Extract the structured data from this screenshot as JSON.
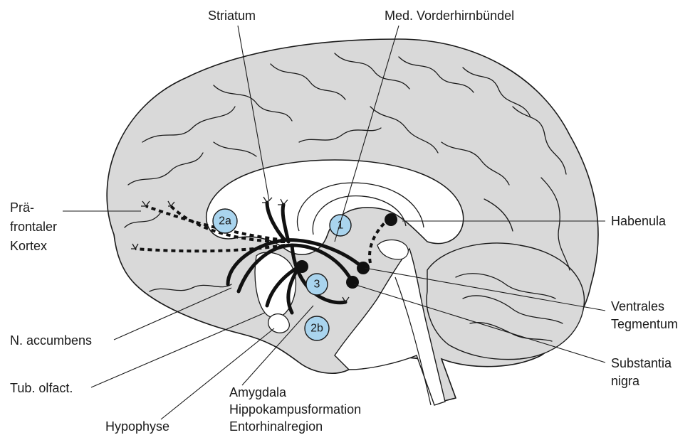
{
  "labels": {
    "striatum": "Striatum",
    "mfb": "Med. Vorderhirnbündel",
    "praefrontal": [
      "Prä-",
      "frontaler",
      "Kortex"
    ],
    "habenula": "Habenula",
    "ventrales": [
      "Ventrales",
      "Tegmentum"
    ],
    "accumbens": "N. accumbens",
    "olfact": "Tub. olfact.",
    "substantia": [
      "Substantia",
      "nigra"
    ],
    "hypophyse": "Hypophyse",
    "amygdala": [
      "Amygdala",
      "Hippokampusformation",
      "Entorhinalregion"
    ]
  },
  "badges": {
    "b1": "1",
    "b2a": "2a",
    "b2b": "2b",
    "b3": "3"
  },
  "colors": {
    "brain_fill": "#d9d9d9",
    "badge_fill": "#a9d4ee",
    "pathway": "#111111"
  }
}
